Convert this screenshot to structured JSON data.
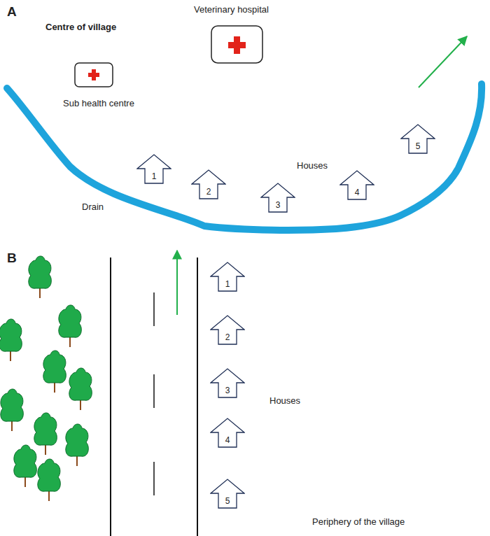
{
  "diagram": {
    "nodes": [
      {
        "text": [
          "1"
        ]
      },
      {
        "text": [
          "2"
        ]
      },
      {
        "text": [
          "3"
        ]
      },
      {
        "text": [
          "4"
        ]
      },
      {
        "text": [
          "5"
        ]
      },
      {
        "text": [
          "1"
        ]
      },
      {
        "text": [
          "2"
        ]
      },
      {
        "text": [
          "3"
        ]
      },
      {
        "text": [
          "4"
        ]
      },
      {
        "text": [
          "5"
        ]
      }
    ],
    "labels": [
      "A",
      "Centre of village",
      "Veterinary hospital",
      "Sub health centre",
      "Drain",
      "Houses",
      "B",
      "Houses",
      "Periphery of the village"
    ]
  }
}
